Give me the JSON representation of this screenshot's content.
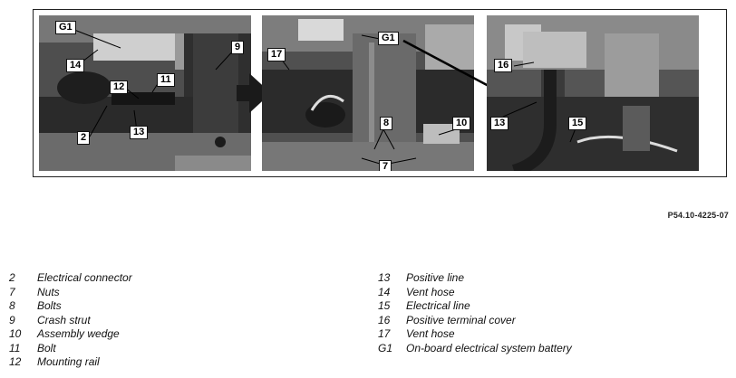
{
  "figure": {
    "reference": "P54.10-4225-07",
    "panel1_callouts": [
      "G1",
      "14",
      "9",
      "11",
      "12",
      "2",
      "13"
    ],
    "panel2_callouts": [
      "17",
      "G1",
      "8",
      "10",
      "7"
    ],
    "panel3_callouts": [
      "16",
      "13",
      "15"
    ]
  },
  "legend_left": [
    {
      "num": "2",
      "text": "Electrical connector"
    },
    {
      "num": "7",
      "text": "Nuts"
    },
    {
      "num": "8",
      "text": "Bolts"
    },
    {
      "num": "9",
      "text": "Crash strut"
    },
    {
      "num": "10",
      "text": "Assembly wedge"
    },
    {
      "num": "11",
      "text": "Bolt"
    },
    {
      "num": "12",
      "text": "Mounting rail"
    }
  ],
  "legend_right": [
    {
      "num": "13",
      "text": "Positive line"
    },
    {
      "num": "14",
      "text": "Vent hose"
    },
    {
      "num": "15",
      "text": "Electrical line"
    },
    {
      "num": "16",
      "text": "Positive terminal cover"
    },
    {
      "num": "17",
      "text": "Vent hose"
    },
    {
      "num": "G1",
      "text": "On-board electrical system battery"
    }
  ]
}
